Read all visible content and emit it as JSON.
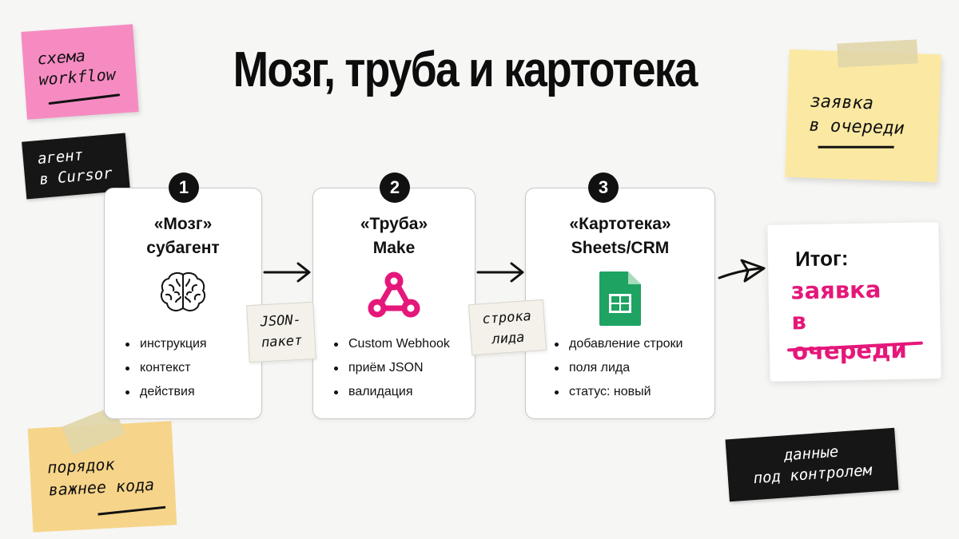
{
  "title": "Мозг, труба и картотека",
  "stickers": {
    "pink": [
      "схема",
      "workflow"
    ],
    "agent": [
      "агент",
      "в Cursor"
    ],
    "queue": [
      "заявка",
      "в очереди"
    ],
    "order": [
      "порядок",
      "важнее кода"
    ],
    "data": [
      "данные",
      "под контролем"
    ]
  },
  "steps": [
    {
      "number": "1",
      "title": [
        "«Мозг»",
        "субагент"
      ],
      "icon": "brain-icon",
      "bullets": [
        "инструкция",
        "контекст",
        "действия"
      ]
    },
    {
      "number": "2",
      "title": [
        "«Труба»",
        "Make"
      ],
      "icon": "webhook-icon",
      "bullets": [
        "Custom Webhook",
        "приём JSON",
        "валидация"
      ]
    },
    {
      "number": "3",
      "title": [
        "«Картотека»",
        "Sheets/CRM"
      ],
      "icon": "sheets-icon",
      "bullets": [
        "добавление строки",
        "поля лида",
        "статус: новый"
      ]
    }
  ],
  "connectors": [
    {
      "label": [
        "JSON-",
        "пакет"
      ]
    },
    {
      "label": [
        "строка",
        "лида"
      ]
    }
  ],
  "result": {
    "label": "Итог:",
    "value": [
      "заявка",
      "в очереди"
    ]
  },
  "colors": {
    "accent_pink": "#e5177a",
    "sticky_pink": "#f68bc2",
    "sticky_yellow": "#fbe9a3",
    "sheets_green": "#1ea362"
  }
}
